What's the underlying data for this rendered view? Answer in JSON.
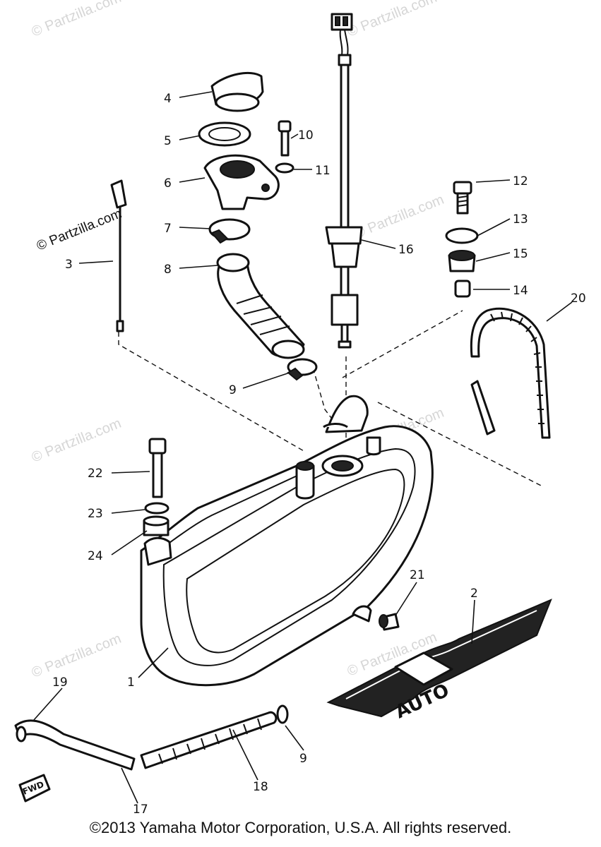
{
  "diagram": {
    "callouts": [
      "1",
      "2",
      "3",
      "4",
      "5",
      "6",
      "7",
      "8",
      "9",
      "9",
      "10",
      "11",
      "12",
      "13",
      "14",
      "15",
      "16",
      "17",
      "18",
      "19",
      "19",
      "20",
      "21",
      "22",
      "23",
      "24"
    ]
  },
  "watermark": {
    "text": "© Partzilla.com"
  },
  "direction_marker": "FWD",
  "emblem_text": "AUTO",
  "copyright": "©2013  Yamaha Motor Corporation, U.S.A. All rights reserved."
}
